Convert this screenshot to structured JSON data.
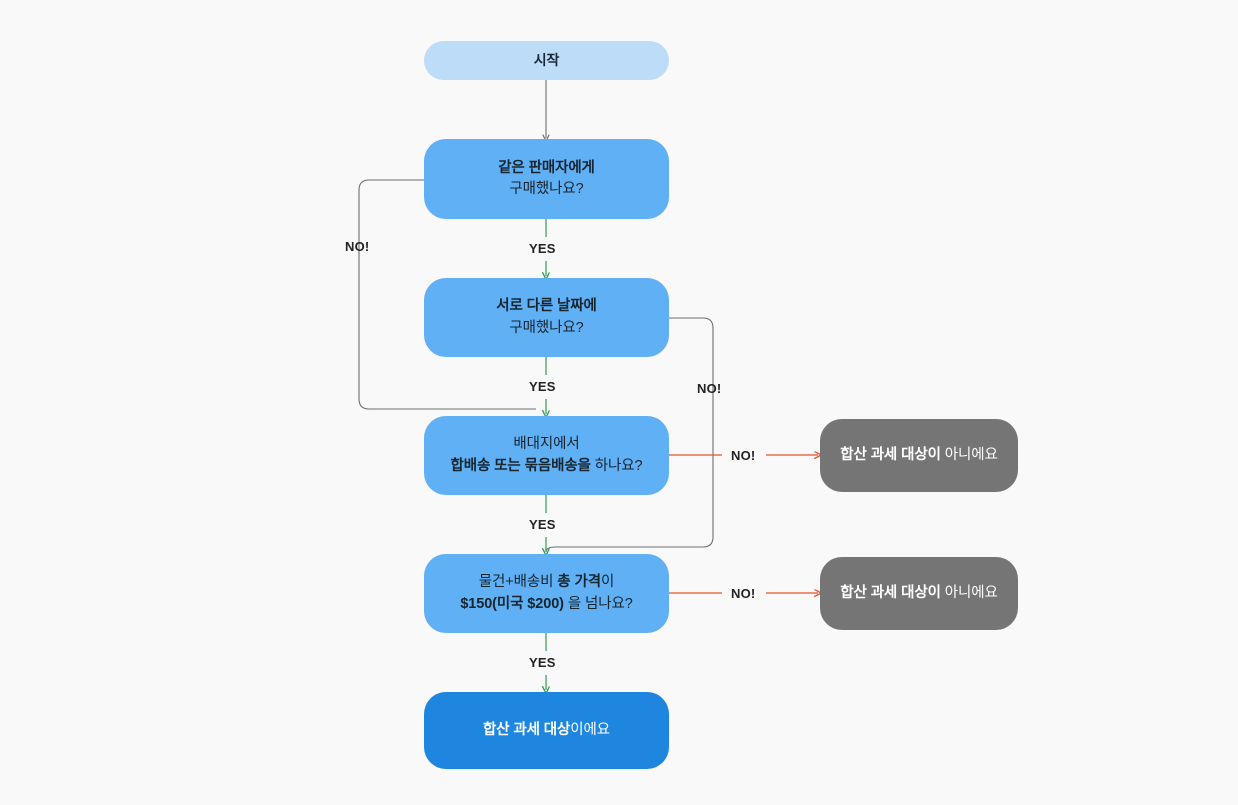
{
  "diagram": {
    "title": "Consolidated customs taxation decision flowchart",
    "background_color": "#f9f9f9",
    "colors": {
      "start_box": "#bcdcf8",
      "decision_box": "#5fb0f5",
      "gray_terminal": "#757575",
      "blue_terminal": "#1f86e0",
      "yes_arrow": "#2e9e4f",
      "no_arrow_red": "#e8502a",
      "no_route_gray": "#6f6f6f",
      "label_text": "#232323"
    }
  },
  "nodes": {
    "start": {
      "label": "시작"
    },
    "decision1": {
      "line1_bold": "같은 판매자에게",
      "line2": "구매했나요?"
    },
    "decision2": {
      "line1_bold": "서로 다른 날짜에",
      "line2": "구매했나요?"
    },
    "decision3": {
      "line1": "배대지에서",
      "line2_bold": "합배송 또는 묶음배송을",
      "line2_rest": " 하나요?"
    },
    "decision4": {
      "line1_pre": "물건+배송비 ",
      "line1_bold": "총 가격",
      "line1_post": "이",
      "line2_bold": "$150(미국 $200)",
      "line2_rest": " 을 넘나요?"
    },
    "result_not_taxed_1": {
      "bold": "합산 과세 대상이",
      "rest": " 아니에요"
    },
    "result_not_taxed_2": {
      "bold": "합산 과세 대상이",
      "rest": " 아니에요"
    },
    "result_taxed": {
      "bold": "합산 과세 대상",
      "rest": "이에요"
    }
  },
  "edge_labels": {
    "no_left_d1": "NO!",
    "yes_d1": "YES",
    "no_right_d2": "NO!",
    "yes_d2": "YES",
    "no_d3": "NO!",
    "yes_d3": "YES",
    "no_d4": "NO!",
    "yes_d4": "YES"
  }
}
